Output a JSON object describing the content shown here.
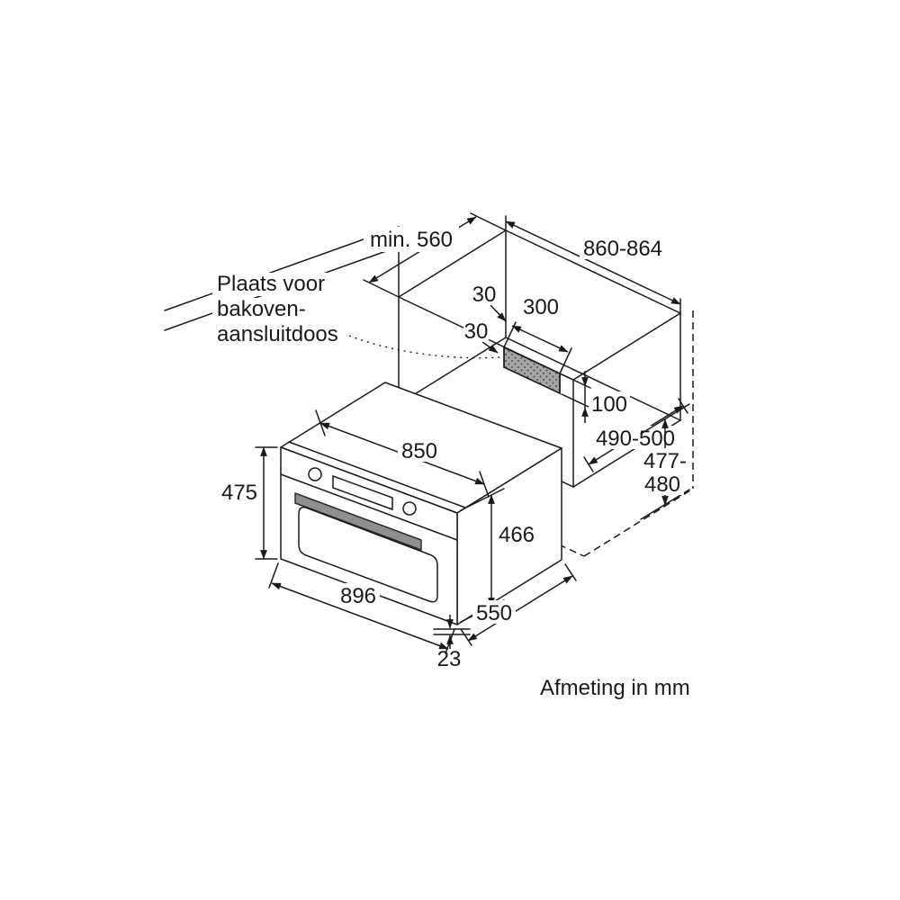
{
  "diagram": {
    "annotation": {
      "line1": "Plaats voor",
      "line2": "bakoven-",
      "line3": "aansluitdoos"
    },
    "dimensions": {
      "niche_depth": "min. 560",
      "niche_width": "860-864",
      "box_gap_top": "30",
      "box_width": "300",
      "box_gap_bottom": "30",
      "box_height": "100",
      "niche_floor_depth": "490-500",
      "niche_height_line1": "477-",
      "niche_height_line2": "480",
      "oven_top_width": "850",
      "oven_height": "475",
      "oven_front_height": "466",
      "oven_width": "896",
      "oven_depth": "550",
      "door_offset": "23"
    },
    "footer": "Afmeting in mm",
    "colors": {
      "line": "#1a1a1a",
      "connection_box_fill": "#a6a6a6"
    }
  }
}
